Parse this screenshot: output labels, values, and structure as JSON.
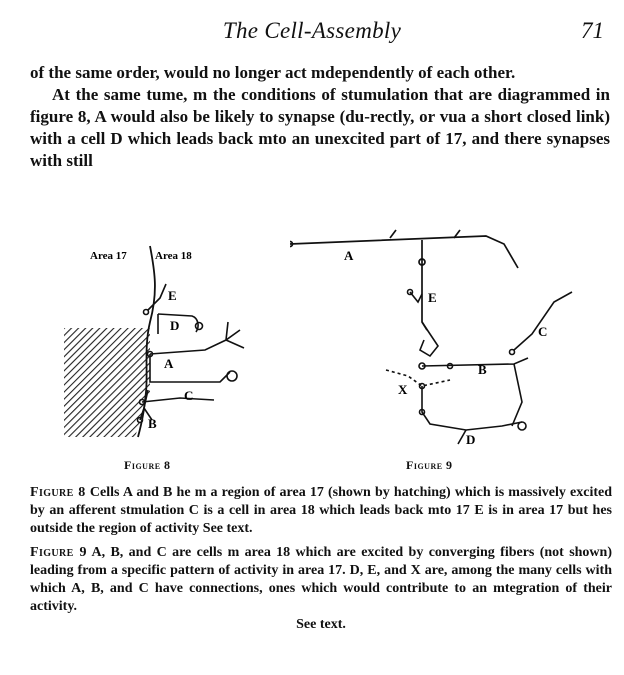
{
  "header": {
    "title": "The Cell-Assembly",
    "page_number": "71"
  },
  "body": {
    "paragraph_1": "of the same order, would no longer act mdependently of each other.",
    "paragraph_2": "At the same tume, m the conditions of stumulation that are diagrammed in figure 8, A would also be likely to synapse (du-rectly, or vua a short closed link) with a cell D which leads back mto an unexcited part of 17, and there synapses with still"
  },
  "figure_8": {
    "caption_label": "Figure 8",
    "area_17": "Area 17",
    "area_18": "Area 18",
    "labels": {
      "A": "A",
      "B": "B",
      "C": "C",
      "D": "D",
      "E": "E"
    }
  },
  "figure_9": {
    "caption_label": "Figure 9",
    "labels": {
      "A": "A",
      "B": "B",
      "C": "C",
      "D": "D",
      "E": "E",
      "X": "X"
    }
  },
  "captions": {
    "fig8": {
      "lead": "Figure 8",
      "text": "Cells A and B he m a region of area 17 (shown by hatching) which is massively excited by an afferent stmulation C is a cell in area 18 which leads back mto 17 E is in area 17 but hes outside the region of activity See text."
    },
    "fig9": {
      "lead": "Figure 9",
      "text": "A, B, and C are cells m area 18 which are excited by converging fibers (not shown) leading from a specific pattern of activity in area 17. D, E, and X are, among the many cells with which A, B, and C have connections, ones which would contribute to an mtegration of their activity.",
      "last_line": "See text."
    }
  }
}
